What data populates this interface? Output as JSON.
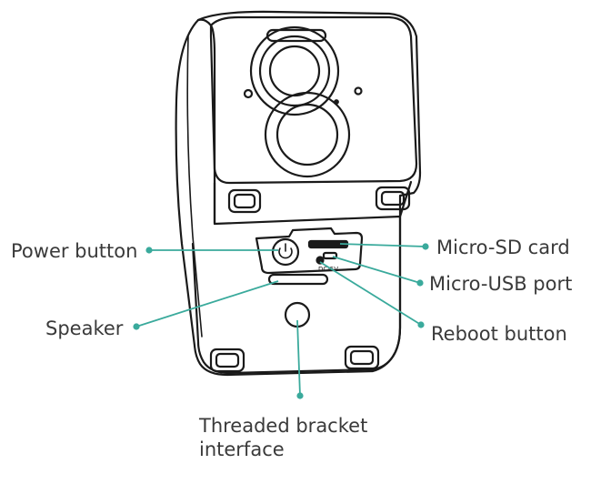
{
  "diagram": {
    "callouts": {
      "power_button": "Power button",
      "speaker": "Speaker",
      "micro_sd_card": "Micro-SD card",
      "micro_usb_port": "Micro-USB port",
      "reboot_button": "Reboot button",
      "threaded_bracket_line1": "Threaded bracket",
      "threaded_bracket_line2": "interface"
    },
    "port_marking": "DC-5V",
    "colors": {
      "leader": "#3aaa9c",
      "outline": "#1a1a1a",
      "text": "#3a3a3a"
    }
  }
}
